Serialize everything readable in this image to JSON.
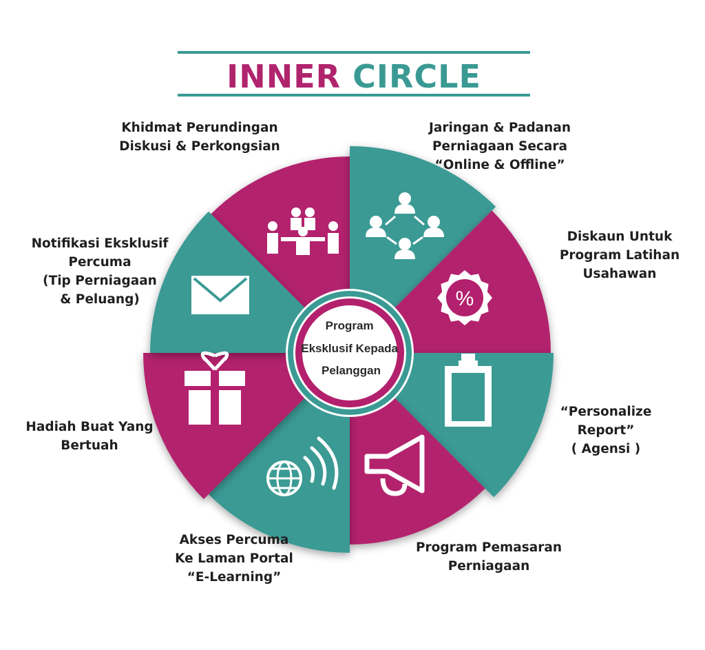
{
  "header": {
    "title_part1": "INNER",
    "title_part2": "CIRCLE"
  },
  "colors": {
    "magenta": "#b3206d",
    "teal": "#3b9a94",
    "title_magenta": "#b0246d",
    "title_teal": "#3a9a93"
  },
  "center": {
    "lines": [
      "Program",
      "Eksklusif Kepada",
      "Pelanggan"
    ]
  },
  "segments": [
    {
      "icon": "meeting-icon",
      "color": "magenta",
      "lines": [
        "Khidmat Perundingan",
        "Diskusi & Perkongsian"
      ]
    },
    {
      "icon": "network-people-icon",
      "color": "teal",
      "lines": [
        "Jaringan & Padanan",
        "Perniagaan Secara",
        "“Online & Offline”"
      ]
    },
    {
      "icon": "discount-badge-icon",
      "color": "magenta",
      "lines": [
        "Diskaun Untuk",
        "Program Latihan",
        "Usahawan"
      ]
    },
    {
      "icon": "clipboard-icon",
      "color": "teal",
      "lines": [
        "“Personalize",
        "Report”",
        "( Agensi )"
      ]
    },
    {
      "icon": "megaphone-icon",
      "color": "magenta",
      "lines": [
        "Program Pemasaran",
        "Perniagaan"
      ]
    },
    {
      "icon": "globe-signal-icon",
      "color": "teal",
      "lines": [
        "Akses Percuma",
        "Ke Laman Portal",
        "“E-Learning”"
      ]
    },
    {
      "icon": "gift-icon",
      "color": "magenta",
      "lines": [
        "Hadiah Buat Yang",
        "Bertuah"
      ]
    },
    {
      "icon": "envelope-icon",
      "color": "teal",
      "lines": [
        "Notifikasi Eksklusif",
        "Percuma",
        "(Tip Perniagaan",
        "& Peluang)"
      ]
    }
  ]
}
